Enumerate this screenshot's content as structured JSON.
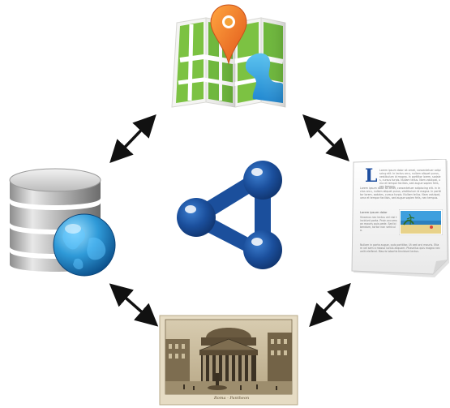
{
  "diagram": {
    "nodes": [
      {
        "id": "map",
        "icon": "folded-map-with-pin-icon"
      },
      {
        "id": "document",
        "icon": "text-document-icon"
      },
      {
        "id": "photo",
        "icon": "vintage-photograph-icon"
      },
      {
        "id": "database",
        "icon": "database-globe-icon"
      }
    ],
    "center": {
      "icon": "linked-data-share-icon",
      "color": "#1b4f9c"
    },
    "arrows": [
      {
        "from": "map",
        "to": "document",
        "type": "bidirectional"
      },
      {
        "from": "document",
        "to": "photo",
        "type": "bidirectional"
      },
      {
        "from": "photo",
        "to": "database",
        "type": "bidirectional"
      },
      {
        "from": "database",
        "to": "map",
        "type": "bidirectional"
      }
    ]
  },
  "document": {
    "dropcap": "L",
    "para1": "Lorem ipsum dolor sit amet, consectetuer adipiscing elit. In lectus arcu, nullam aliquet purus, vestibulum id magna. In porttitor lorem, sodales, cursus turpis. Nullam tellus. Nam volutpat, urna et tempor facilisis, sed augue sapien felis, nec tempus.",
    "heading": "Lorem ipsum dolor",
    "para2": "Vivamus nec lectus vel nisi tincidunt porta. Proin accumsan mauris quis pede. Sed bibendum, tortor non vehicula.",
    "para3": "Nullam in porta augue, quis porttitor. Ut sed orci mauris. Etiam vel sem a massa luctus aliquam. Phasellus quis magna nec velit eleifend. Mauris lobortis tincidunt lectus."
  },
  "photo": {
    "caption": "Roma - Pantheon"
  },
  "colors": {
    "arrow": "#111111",
    "share_icon": "#1b4f9c",
    "map_green": "#7cc242",
    "map_water": "#3fa3e0",
    "pin": "#f07c1e",
    "sepia": "#7a6a4e"
  }
}
